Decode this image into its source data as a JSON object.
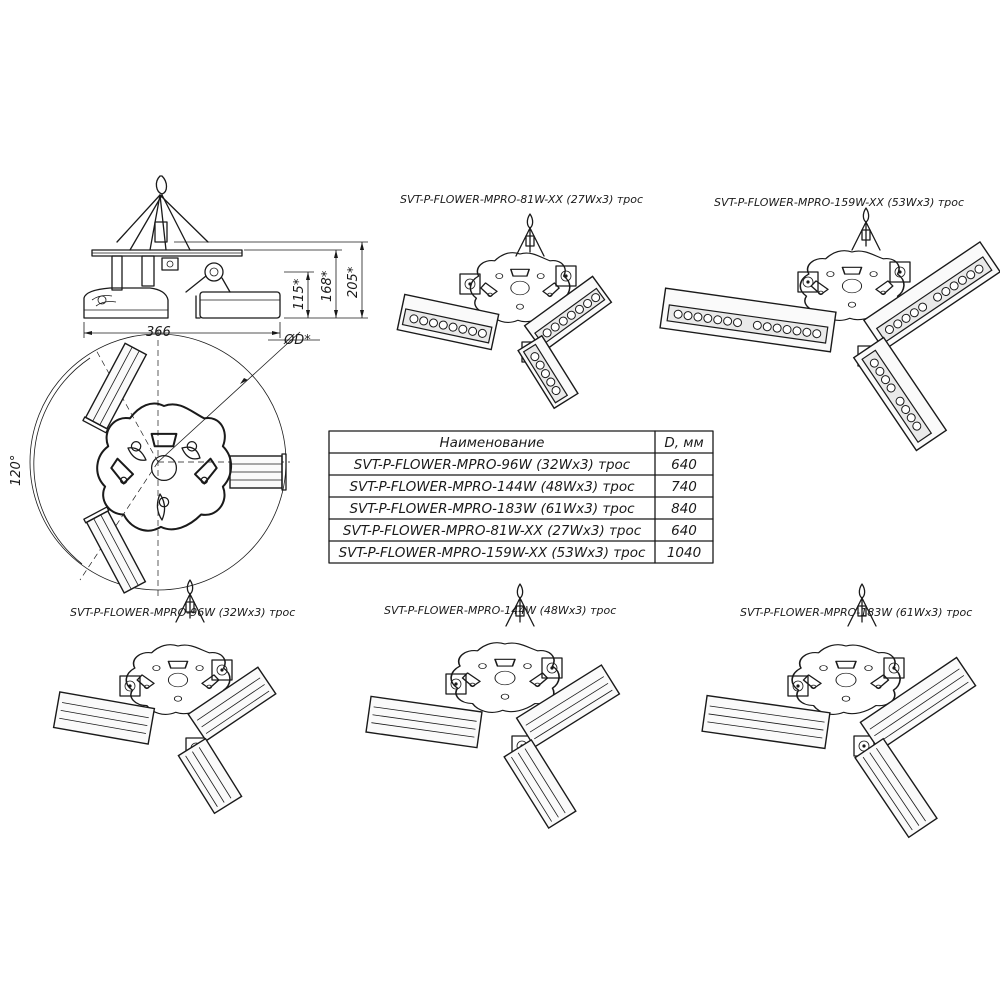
{
  "dimensions": {
    "width": "366",
    "height_115": "115*",
    "height_168": "168*",
    "height_205": "205*",
    "diameter": "ØD*",
    "angle": "120°"
  },
  "captions": {
    "mpro81": "SVT-P-FLOWER-MPRO-81W-XX (27Wx3) трос",
    "mpro159": "SVT-P-FLOWER-MPRO-159W-XX (53Wx3) трос",
    "mpro96": "SVT-P-FLOWER-MPRO-96W (32Wx3) трос",
    "mpro144": "SVT-P-FLOWER-MPRO-144W (48Wx3) трос",
    "mpro183": "SVT-P-FLOWER-MPRO-183W (61Wx3) трос"
  },
  "table": {
    "headers": [
      "Наименование",
      "D, мм"
    ],
    "rows": [
      [
        "SVT-P-FLOWER-MPRO-96W (32Wx3) трос",
        "640"
      ],
      [
        "SVT-P-FLOWER-MPRO-144W (48Wx3) трос",
        "740"
      ],
      [
        "SVT-P-FLOWER-MPRO-183W (61Wx3) трос",
        "840"
      ],
      [
        "SVT-P-FLOWER-MPRO-81W-XX (27Wx3) трос",
        "640"
      ],
      [
        "SVT-P-FLOWER-MPRO-159W-XX (53Wx3) трос",
        "1040"
      ]
    ]
  }
}
